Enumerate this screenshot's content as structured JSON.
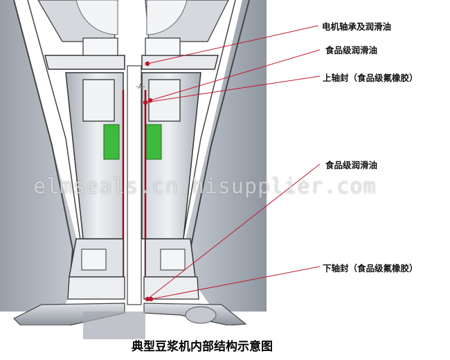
{
  "diagram": {
    "caption": "典型豆浆机内部结构示意图",
    "watermark": "elmseals.cn.hisupplier.com",
    "section_mark": "-A-",
    "callouts": [
      {
        "id": "motor-bearing-oil",
        "text": "电机轴承及润滑油"
      },
      {
        "id": "food-grade-oil-top",
        "text": "食品级润滑油"
      },
      {
        "id": "upper-shaft-seal",
        "text": "上轴封（食品级氟橡胶）"
      },
      {
        "id": "food-grade-oil-bottom",
        "text": "食品级润滑油"
      },
      {
        "id": "lower-shaft-seal",
        "text": "下轴封（食品级氟橡胶）"
      }
    ],
    "colors": {
      "seal_green": "#3dbb3d",
      "leader_red": "#c0182a",
      "metal_light": "#e6e9ee",
      "metal_mid": "#b9bec6",
      "housing_gray": "#8f96a0",
      "background_gray": "#9aa0a8"
    }
  }
}
